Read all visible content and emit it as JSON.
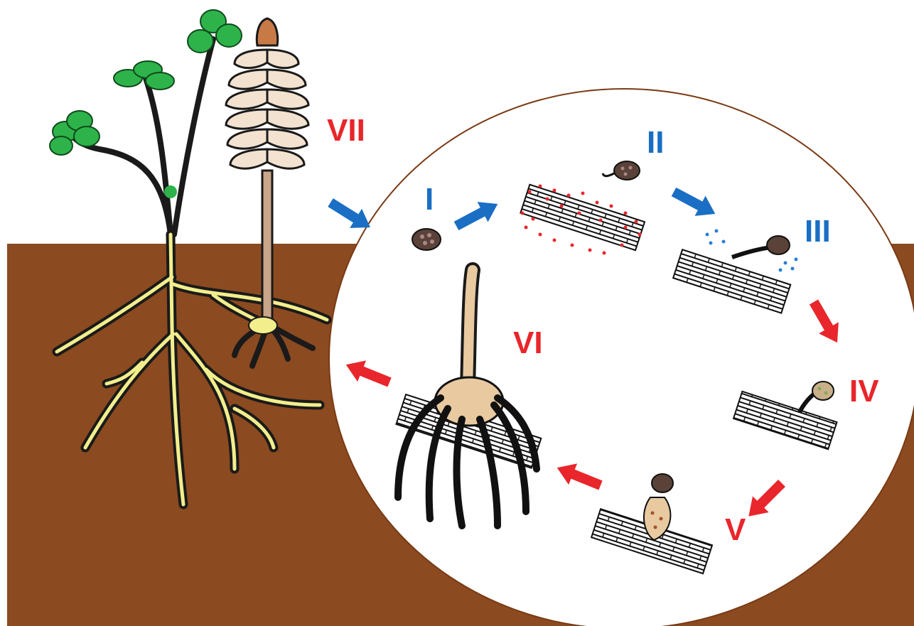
{
  "diagram": {
    "stages": [
      {
        "id": "I",
        "label": "I",
        "color": "#1a6fc4"
      },
      {
        "id": "II",
        "label": "II",
        "color": "#1a6fc4"
      },
      {
        "id": "III",
        "label": "III",
        "color": "#1a6fc4"
      },
      {
        "id": "IV",
        "label": "IV",
        "color": "#e8262b"
      },
      {
        "id": "V",
        "label": "V",
        "color": "#e8262b"
      },
      {
        "id": "VI",
        "label": "VI",
        "color": "#e8262b"
      },
      {
        "id": "VII",
        "label": "VII",
        "color": "#e8262b"
      }
    ],
    "colors": {
      "soil": "#8b4a20",
      "host_root": "#f2ee8c",
      "leaf": "#2db34a",
      "stem": "#1a1a1a",
      "parasite_scale": "#f2e2cf",
      "parasite_tip": "#c77a46",
      "seed": "#5a4238",
      "tubercle": "#e8c9a0",
      "blue_arrow": "#1a6fc4",
      "red_arrow": "#e8262b",
      "exudate": "#e8262b",
      "germ_dots": "#2a7fd4"
    }
  }
}
